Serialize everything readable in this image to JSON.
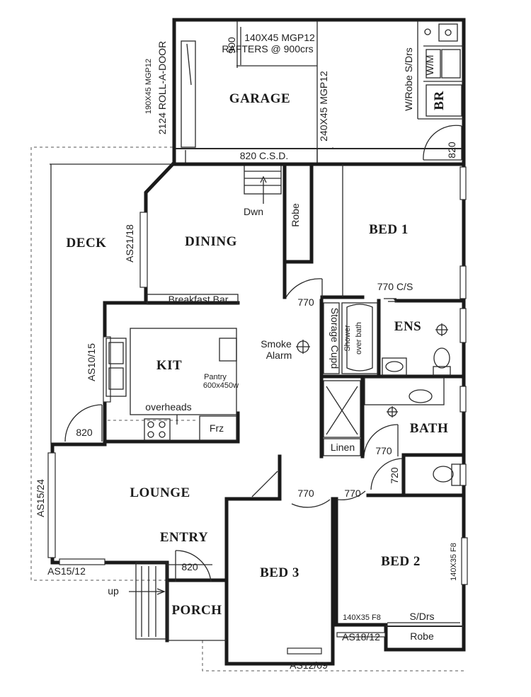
{
  "rooms": {
    "garage": "GARAGE",
    "deck": "DECK",
    "dining": "DINING",
    "bed1": "BED 1",
    "kit": "KIT",
    "ens": "ENS",
    "bath": "BATH",
    "lounge": "LOUNGE",
    "entry": "ENTRY",
    "bed3": "BED 3",
    "bed2": "BED 2",
    "porch": "PORCH"
  },
  "labels": {
    "garage_rafters_1": "140X45 MGP12",
    "garage_rafters_2": "RAFTERS @ 900crs",
    "garage_height": "900",
    "roll_a_door_1": "190X45 MGP12",
    "roll_a_door_2": "2124 ROLL-A-DOOR",
    "beam_240": "240X45 MGP12",
    "wrobe": "W/Robe S/Drs",
    "wm": "W/M",
    "br": "BR",
    "garage_door_820": "820",
    "csd": "820 C.S.D.",
    "dwn": "Dwn",
    "robe_bed1": "Robe",
    "as21_18": "AS21/18",
    "bed1_770": "770",
    "cs_770": "770 C/S",
    "breakfast_bar": "Breakfast Bar",
    "storage_cupd": "Storage Cupd",
    "shower_1": "Shower",
    "shower_2": "over bath",
    "smoke_1": "Smoke",
    "smoke_2": "Alarm",
    "as10_15": "AS10/15",
    "pantry_1": "Pantry",
    "pantry_2": "600x450w",
    "overheads": "overheads",
    "frz": "Frz",
    "deck_820": "820",
    "linen": "Linen",
    "bath_770": "770",
    "wc_720": "720",
    "as15_24": "AS15/24",
    "bed3_770": "770",
    "bed2_770": "770",
    "f8_bed2": "140X35 F8",
    "as15_12": "AS15/12",
    "up": "up",
    "entry_820": "820",
    "f8_robe": "140X35 F8",
    "sdrs": "S/Drs",
    "as18_12": "AS18/12",
    "robe_bed2": "Robe",
    "as12_09": "AS12/09"
  }
}
